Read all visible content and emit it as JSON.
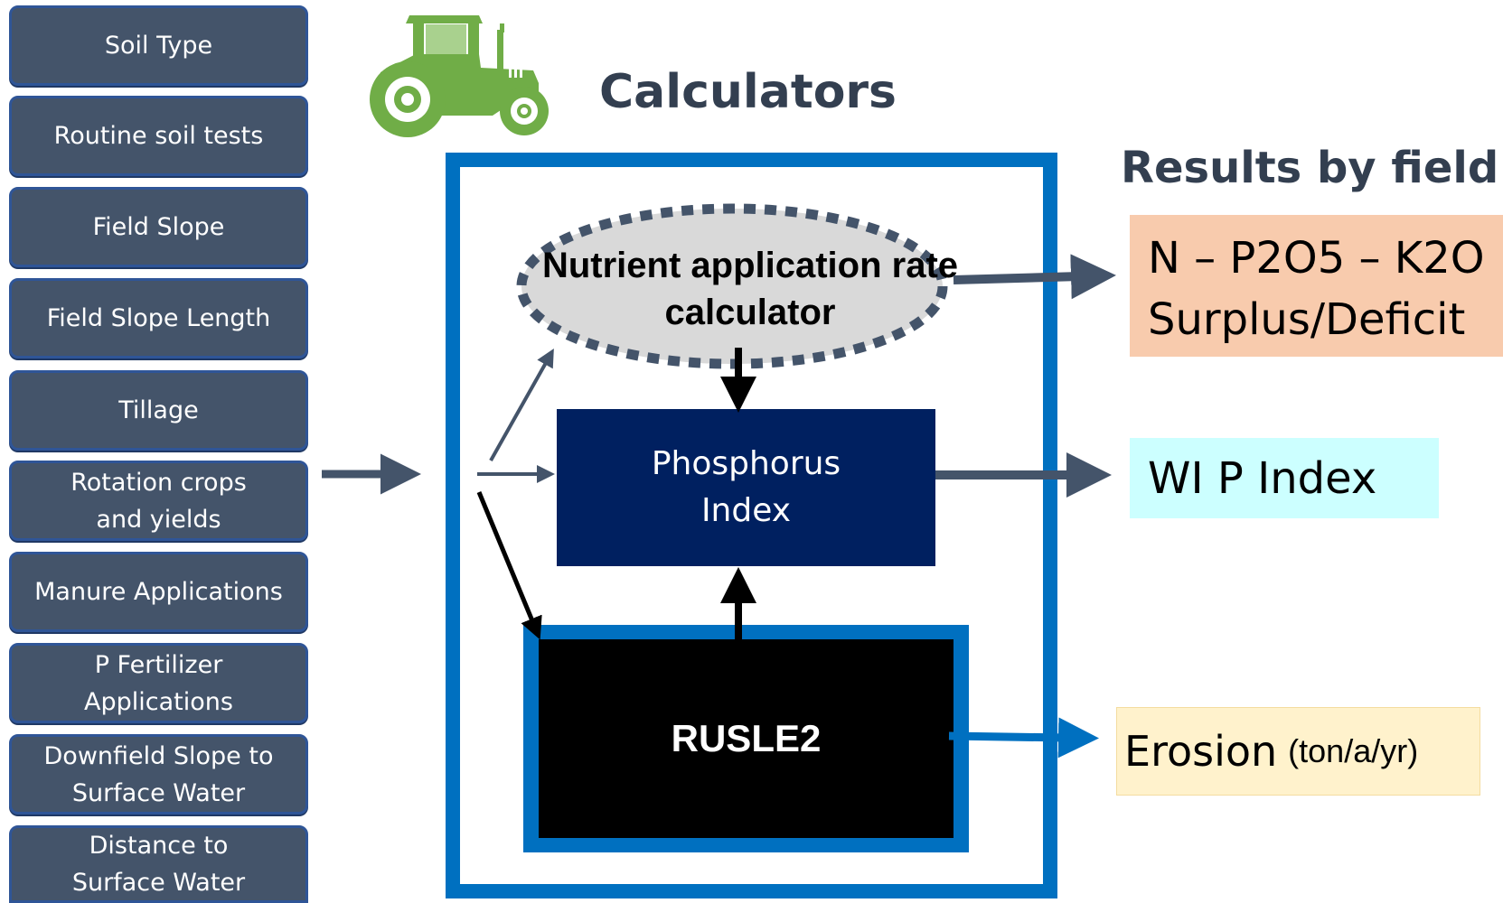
{
  "inputs": [
    "Soil Type",
    "Routine soil tests",
    "Field Slope",
    "Field Slope Length",
    "Tillage",
    "Rotation crops and yields",
    "Manure Applications",
    "P Fertilizer Applications",
    "Downfield Slope to Surface Water",
    "Distance to Surface Water"
  ],
  "calculators": {
    "title": "Calculators",
    "nutrient_calculator": "Nutrient application rate calculator",
    "phosphorus_index": "Phosphorus Index",
    "rusle2": "RUSLE2"
  },
  "results": {
    "title": "Results by field",
    "npk_line1": "N – P2O5 – K2O",
    "npk_line2": "Surplus/Deficit",
    "wi_p_index": "WI P Index",
    "erosion_label": "Erosion",
    "erosion_unit": "(ton/a/yr)"
  },
  "icons": {
    "tractor": "tractor-icon"
  },
  "colors": {
    "input_fill": "#44546a",
    "input_border": "#2f5597",
    "frame_blue": "#0070c0",
    "p_index_fill": "#002060",
    "npk_fill": "#f8cbad",
    "wip_fill": "#ccffff",
    "erosion_fill": "#fff2cc",
    "tractor_green": "#70ad47"
  }
}
